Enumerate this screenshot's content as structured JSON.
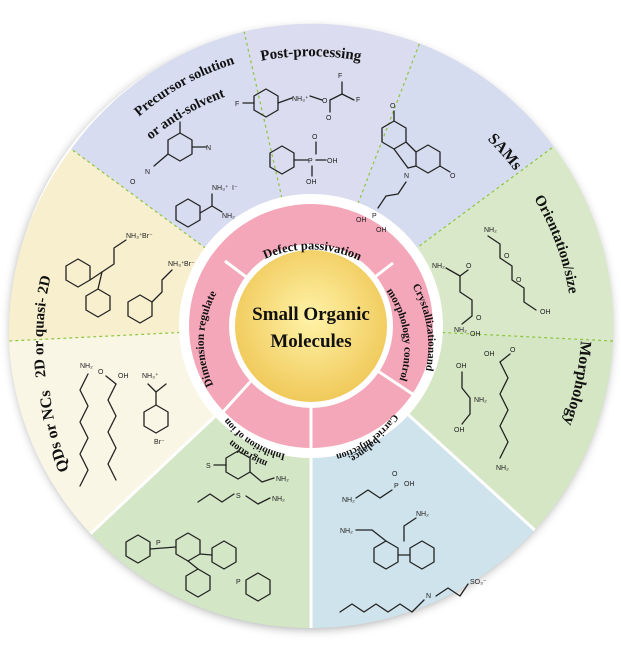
{
  "center": {
    "line1": "Small Organic",
    "line2": "Molecules",
    "fill": "#f5d76e"
  },
  "roles": [
    {
      "id": "defect",
      "label": "Defect passivation",
      "fill": "#f4a7b9"
    },
    {
      "id": "crystal_line1",
      "label": "Crystallizationand",
      "fill": "#f4a7b9"
    },
    {
      "id": "crystal_line2",
      "label": "morphology control",
      "fill": "#f4a7b9"
    },
    {
      "id": "carrier_line1",
      "label": "Carrier injection",
      "fill": "#f4a7b9"
    },
    {
      "id": "carrier_line2",
      "label": "balance",
      "fill": "#f4a7b9"
    },
    {
      "id": "ion_line1",
      "label": "Inhibition of ion",
      "fill": "#f4a7b9"
    },
    {
      "id": "ion_line2",
      "label": "migration",
      "fill": "#f4a7b9"
    },
    {
      "id": "dimension",
      "label": "Dimension regulate",
      "fill": "#f4a7b9"
    }
  ],
  "sectors": [
    {
      "id": "post",
      "label": "Post-processing",
      "fill": "#dcdcf0"
    },
    {
      "id": "sams",
      "label": "SAMs",
      "fill": "#d6dcef"
    },
    {
      "id": "orient",
      "label": "Orientation/size",
      "fill": "#d8e8c8"
    },
    {
      "id": "morph",
      "label": "Morphology",
      "fill": "#d4e6c4"
    },
    {
      "id": "carrier",
      "label": "",
      "fill": "#cfe3ec"
    },
    {
      "id": "ion",
      "label": "",
      "fill": "#d3e6c6"
    },
    {
      "id": "qds",
      "label": "QDs or NCs",
      "fill": "#faf6e6"
    },
    {
      "id": "twod",
      "label": "2D or quasi- 2D",
      "fill": "#f8efcf"
    },
    {
      "id": "precursor_line1",
      "label": "Precursor solution",
      "fill": "#d8dcf0"
    },
    {
      "id": "precursor_line2",
      "label": "or anti-solvent",
      "fill": "#d8dcf0"
    }
  ],
  "atoms": {
    "ammonium": "NH₃⁺",
    "iodide": "I⁻",
    "bromide": "Br⁻",
    "amine": "NH₂",
    "hydroxyl": "OH",
    "oxygen": "O",
    "fluorine": "F",
    "phosphorus": "P",
    "nitrogen": "N",
    "sulfur": "S",
    "sulfonate": "SO₃⁻"
  }
}
